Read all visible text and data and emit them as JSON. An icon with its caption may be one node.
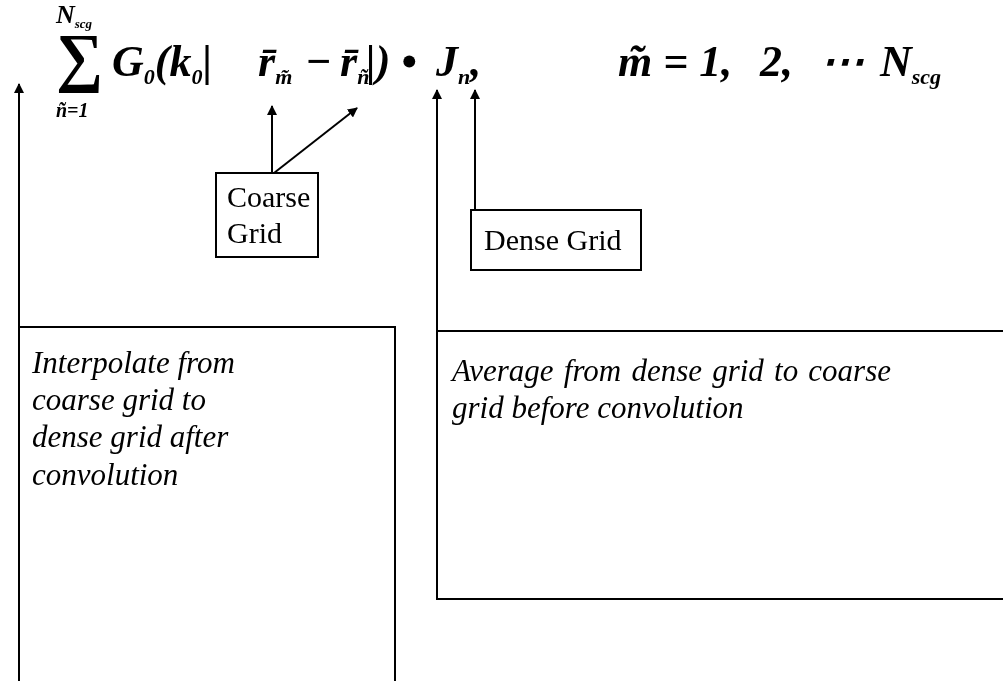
{
  "diagram": {
    "nodes": [
      {
        "text": [
          "J$_{n}$,"
        ]
      },
      {
        "text": [
          "Coarse Grid"
        ]
      },
      {
        "text": [
          "Dense Grid"
        ]
      },
      {
        "text": [
          "Interpolate from coarse grid to dense grid after convolution"
        ]
      },
      {
        "text": [
          "Average from dense grid to coarse grid before convolution"
        ]
      }
    ],
    "edges": [
      {
        "from": 3,
        "to": null,
        "arrow": "to"
      },
      {
        "from": 1,
        "to": null,
        "arrow": "to"
      },
      {
        "from": 1,
        "to": null,
        "arrow": "to"
      },
      {
        "from": 4,
        "to": 0,
        "arrow": "to"
      },
      {
        "from": 2,
        "to": 0,
        "arrow": "to"
      }
    ],
    "labels": [
      "N$_{scg}$",
      "∑",
      "ñ=1",
      "G$_{0}$(k$_{0}$|",
      "r̄$_{m̃}$",
      "−",
      "r̄$_{ñ}$",
      "|) •",
      "m̃ = 1,",
      "2,",
      "⋯",
      "N$_{scg}$"
    ]
  }
}
